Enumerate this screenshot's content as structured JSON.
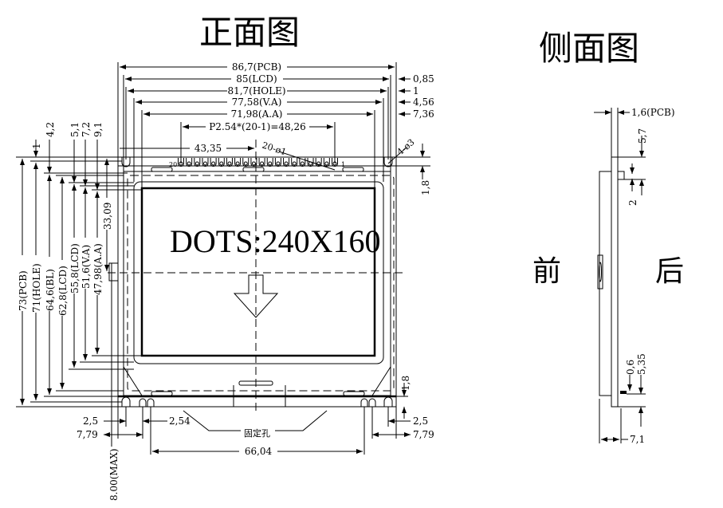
{
  "titles": {
    "front": "正面图",
    "side": "侧面图",
    "front_side": "前",
    "back_side": "后"
  },
  "screen_text": "DOTS:240X160",
  "mounting_label": "固定孔",
  "top_dims": {
    "pcb": "86,7(PCB)",
    "lcd": "85(LCD)",
    "hole": "81,7(HOLE)",
    "va": "77,58(V.A)",
    "aa": "71,98(A.A)",
    "pitch": "P2.54*(20-1)=48,26",
    "offset": "43,35",
    "pin_holes": "20-ø1",
    "mount_holes": "4-ø3",
    "r1": "0,85",
    "r2": "1",
    "r3": "4,56",
    "r4": "7,36",
    "r5": "1,8",
    "pin_first": "20",
    "pin_last": "1"
  },
  "left_dims": {
    "pcb": "73(PCB)",
    "hole": "71(HOLE)",
    "bl": "64,6(BL)",
    "lcd62": "62,8(LCD)",
    "lcd55": "55,8(LCD)",
    "va": "51,6(V.A)",
    "aa": "47,98(A.A)",
    "center": "33,09",
    "t1": "1",
    "t2": "4,2",
    "t3": "5,1",
    "t4": "7,2",
    "t5": "9,1"
  },
  "bottom_dims": {
    "l25": "2,5",
    "l779": "7,79",
    "p254": "2,54",
    "span": "66,04",
    "max": "8.00(MAX)",
    "r25": "2,5",
    "r779": "7,79",
    "r18": "1,8"
  },
  "side_dims": {
    "pcb": "1,6(PCB)",
    "d57": "5,7",
    "d2": "2",
    "d06": "0,6",
    "d535": "5,35",
    "d71": "7,1"
  }
}
